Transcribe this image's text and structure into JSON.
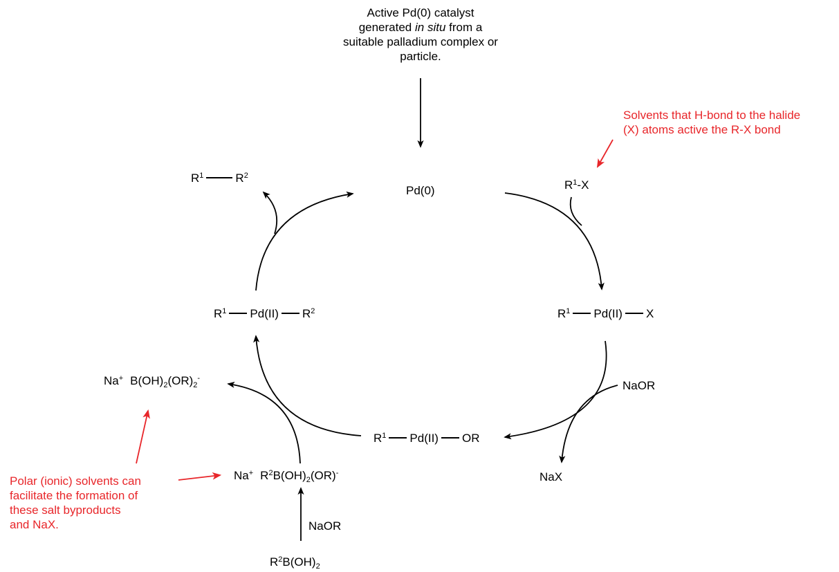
{
  "colors": {
    "ink": "#000000",
    "annotation": "#e8262a"
  },
  "top_note": {
    "line1": "Active Pd(0) catalyst",
    "line2_pre": "generated ",
    "line2_em": "in situ",
    "line2_post": " from a",
    "line3": "suitable palladium complex or",
    "line4": "particle."
  },
  "solvent_note": {
    "line1": "Solvents that H-bond to the halide",
    "line2": "(X) atoms active the R-X bond"
  },
  "polar_note": {
    "line1": "Polar (ionic) solvents can",
    "line2": "facilitate the formation of",
    "line3": "these salt byproducts",
    "line4": "and NaX."
  },
  "species": {
    "pd0": "Pd(0)",
    "r1x": {
      "r": "R",
      "sup": "1",
      "tail": "-X"
    },
    "r1pdx": {
      "r": "R",
      "sup": "1",
      "pd": "Pd(II)",
      "x": "X"
    },
    "naor_right": "NaOR",
    "nax": "NaX",
    "r1pdor": {
      "r": "R",
      "sup": "1",
      "pd": "Pd(II)",
      "or": "OR"
    },
    "borate": {
      "na": "Na",
      "plus": "+",
      "r": "R",
      "sup": "2",
      "b": "B(OH)",
      "sub": "2",
      "or": "(OR)",
      "minus": "-"
    },
    "naor_bottom": "NaOR",
    "boronic": {
      "r": "R",
      "sup": "2",
      "b": "B(OH)",
      "sub": "2"
    },
    "r1pdr2": {
      "r1": "R",
      "sup1": "1",
      "pd": "Pd(II)",
      "r2": "R",
      "sup2": "2"
    },
    "byproduct": {
      "na": "Na",
      "plus": "+",
      "b": "B(OH)",
      "sub1": "2",
      "or": "(OR)",
      "sub2": "2",
      "minus": "-"
    },
    "product": {
      "r1": "R",
      "sup1": "1",
      "r2": "R",
      "sup2": "2"
    }
  }
}
